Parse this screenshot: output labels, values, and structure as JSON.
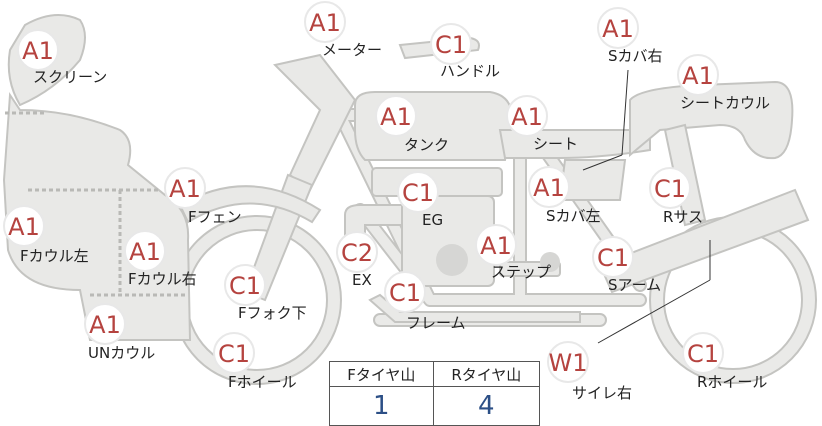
{
  "parts": [
    {
      "id": "screen",
      "grade": "A1",
      "label": "スクリーン"
    },
    {
      "id": "meter",
      "grade": "A1",
      "label": "メーター"
    },
    {
      "id": "handle",
      "grade": "C1",
      "label": "ハンドル"
    },
    {
      "id": "s-cover-right",
      "grade": "A1",
      "label": "Sカバ右"
    },
    {
      "id": "seat-cowl",
      "grade": "A1",
      "label": "シートカウル"
    },
    {
      "id": "tank",
      "grade": "A1",
      "label": "タンク"
    },
    {
      "id": "seat",
      "grade": "A1",
      "label": "シート"
    },
    {
      "id": "f-fender",
      "grade": "A1",
      "label": "Fフェン"
    },
    {
      "id": "engine",
      "grade": "C1",
      "label": "EG"
    },
    {
      "id": "s-cover-left",
      "grade": "A1",
      "label": "Sカバ左"
    },
    {
      "id": "r-suspension",
      "grade": "C1",
      "label": "Rサス"
    },
    {
      "id": "f-cowl-left",
      "grade": "A1",
      "label": "Fカウル左"
    },
    {
      "id": "f-cowl-right",
      "grade": "A1",
      "label": "Fカウル右"
    },
    {
      "id": "exhaust",
      "grade": "C2",
      "label": "EX"
    },
    {
      "id": "step",
      "grade": "A1",
      "label": "ステップ"
    },
    {
      "id": "swingarm",
      "grade": "C1",
      "label": "Sアーム"
    },
    {
      "id": "f-fork-lower",
      "grade": "C1",
      "label": "Fフォク下"
    },
    {
      "id": "frame",
      "grade": "C1",
      "label": "フレーム"
    },
    {
      "id": "un-cowl",
      "grade": "A1",
      "label": "UNカウル"
    },
    {
      "id": "silencer-right",
      "grade": "W1",
      "label": "サイレ右"
    },
    {
      "id": "f-wheel",
      "grade": "C1",
      "label": "Fホイール"
    },
    {
      "id": "r-wheel",
      "grade": "C1",
      "label": "Rホイール"
    }
  ],
  "tire_tread": {
    "front_label": "Fタイヤ山",
    "rear_label": "Rタイヤ山",
    "front_value": "1",
    "rear_value": "4"
  },
  "colors": {
    "grade_text": "#b5433f",
    "tread_value": "#2c4f86",
    "part_fill": "#e9e9e7",
    "part_stroke": "#c4c4c1"
  }
}
